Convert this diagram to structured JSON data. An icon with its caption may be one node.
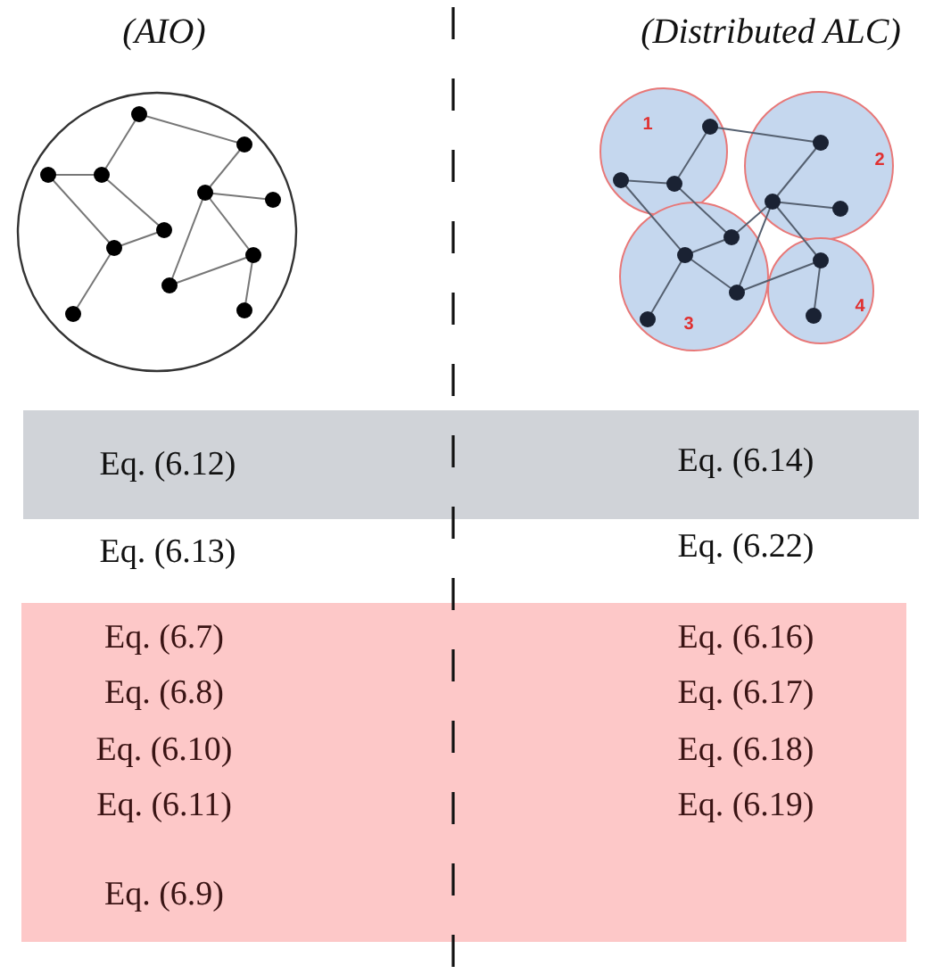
{
  "diagram": {
    "nodes": [
      {
        "text": [
          "1"
        ]
      },
      {
        "text": [
          "2"
        ]
      },
      {
        "text": [
          "3"
        ]
      },
      {
        "text": [
          "4"
        ]
      },
      {
        "text": [
          "Eq. (6.12)",
          "Eq. (6.14)"
        ]
      },
      {
        "text": [
          "Eq. (6.7)",
          "Eq. (6.16)",
          "Eq. (6.8)",
          "Eq. (6.17)",
          "Eq. (6.10)",
          "Eq. (6.18)",
          "Eq. (6.11)",
          "Eq. (6.19)",
          "Eq. (6.9)"
        ]
      }
    ],
    "labels": [
      "(AIO)",
      "(Distributed ALC)",
      "Eq. (6.13)",
      "Eq. (6.22)"
    ]
  }
}
